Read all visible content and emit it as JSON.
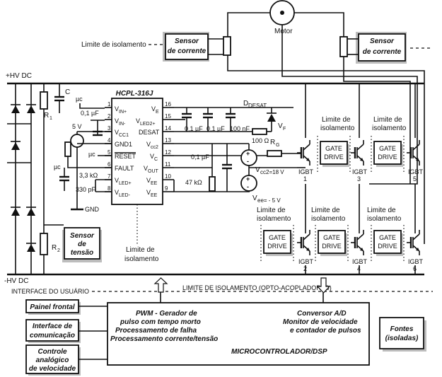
{
  "labels": {
    "limit_top": "Limite de isolamento",
    "motor": "Motor",
    "sensor_left_1": "Sensor",
    "sensor_left_2": "de corrente",
    "sensor_right_1": "Sensor",
    "sensor_right_2": "de corrente",
    "hv_pos": "+HV DC",
    "hv_neg": "-HV DC",
    "cap_c": "C",
    "r1": "R",
    "r1_sub": "1",
    "r2": "R",
    "r2_sub": "2",
    "chip": "HCPL-316J",
    "pin_vin_plus": "V",
    "pin_vin_plus_sub": "IN+",
    "pin_vin_minus_sub": "IN-",
    "pin_vcc1_sub": "CC1",
    "pin_gnd1": "GND1",
    "pin_reset": "RESET",
    "pin_fault": "FAULT",
    "pin_vled_plus_sub": "LED+",
    "pin_vled_minus_sub": "LED-",
    "pin_ve_sub": "E",
    "pin_vled2_sub": "LED2+",
    "pin_desat": "DESAT",
    "pin_vcc2_sub": "cc2",
    "pin_vc_sub": "C",
    "pin_vout_sub": "OUT",
    "pin_vee_sub": "EE",
    "pins_left": [
      "1",
      "2",
      "3",
      "4",
      "5",
      "6",
      "7",
      "8"
    ],
    "pins_right": [
      "16",
      "15",
      "14",
      "13",
      "12",
      "11",
      "10",
      "9"
    ],
    "uc1": "µc",
    "uc2": "µc",
    "uc3": "µc",
    "uc4": "µc",
    "cap_01a": "0,1 µF",
    "v5": "5 V",
    "r33": "3,3 kΩ",
    "c330": "330 pF",
    "gnd": "GND",
    "cap_01b": "0,1 µF",
    "cap_01c": "0,1 µF",
    "cap_100n": "100 nF",
    "ddesat": "D",
    "ddesat_sub": "DESAT",
    "vf": "V",
    "vf_sub": "F",
    "r100": "100 Ω",
    "rg": "R",
    "rg_sub": "G",
    "cap_01d": "0,1 µF",
    "r47": "47 kΩ",
    "vcc2": "V",
    "vcc2_rest": "cc2=18 V",
    "vee": "V",
    "vee_rest": "ee= - 5 V",
    "limit_mid": "Limite de\nisolamento",
    "gate_drive": "GATE\nDRIVE",
    "igbt": "IGBT",
    "igbt_numbers": [
      "1",
      "3",
      "5",
      "2",
      "4",
      "6"
    ],
    "limit_isol_words": [
      "Limite de",
      "isolamento"
    ],
    "sensor_tensao_1": "Sensor",
    "sensor_tensao_2": "de",
    "sensor_tensao_3": "tensão",
    "limit_chip_1": "Limite de",
    "limit_chip_2": "isolamento",
    "interface_usuario": "INTERFACE DO USUÁRIO",
    "limit_opto": "LIMITE DE ISOLAMENTO (OPTO-ACOPLADORES)",
    "painel": "Painel frontal",
    "interface_com_1": "Interface de",
    "interface_com_2": "comunicação",
    "controle_1": "Controle",
    "controle_2": "analógico",
    "controle_3": "de velocidade",
    "mcu_1": "PWM - Gerador de",
    "mcu_2": "pulso com tempo morto",
    "mcu_3": "Processamento de falha",
    "mcu_4": "Processamento corrente/tensão",
    "mcu_5": "Conversor A/D",
    "mcu_6": "Monitor de velocidade",
    "mcu_7": "e contador de pulsos",
    "mcu_title": "MICROCONTROLADOR/DSP",
    "fontes_1": "Fontes",
    "fontes_2": "(isoladas)"
  }
}
